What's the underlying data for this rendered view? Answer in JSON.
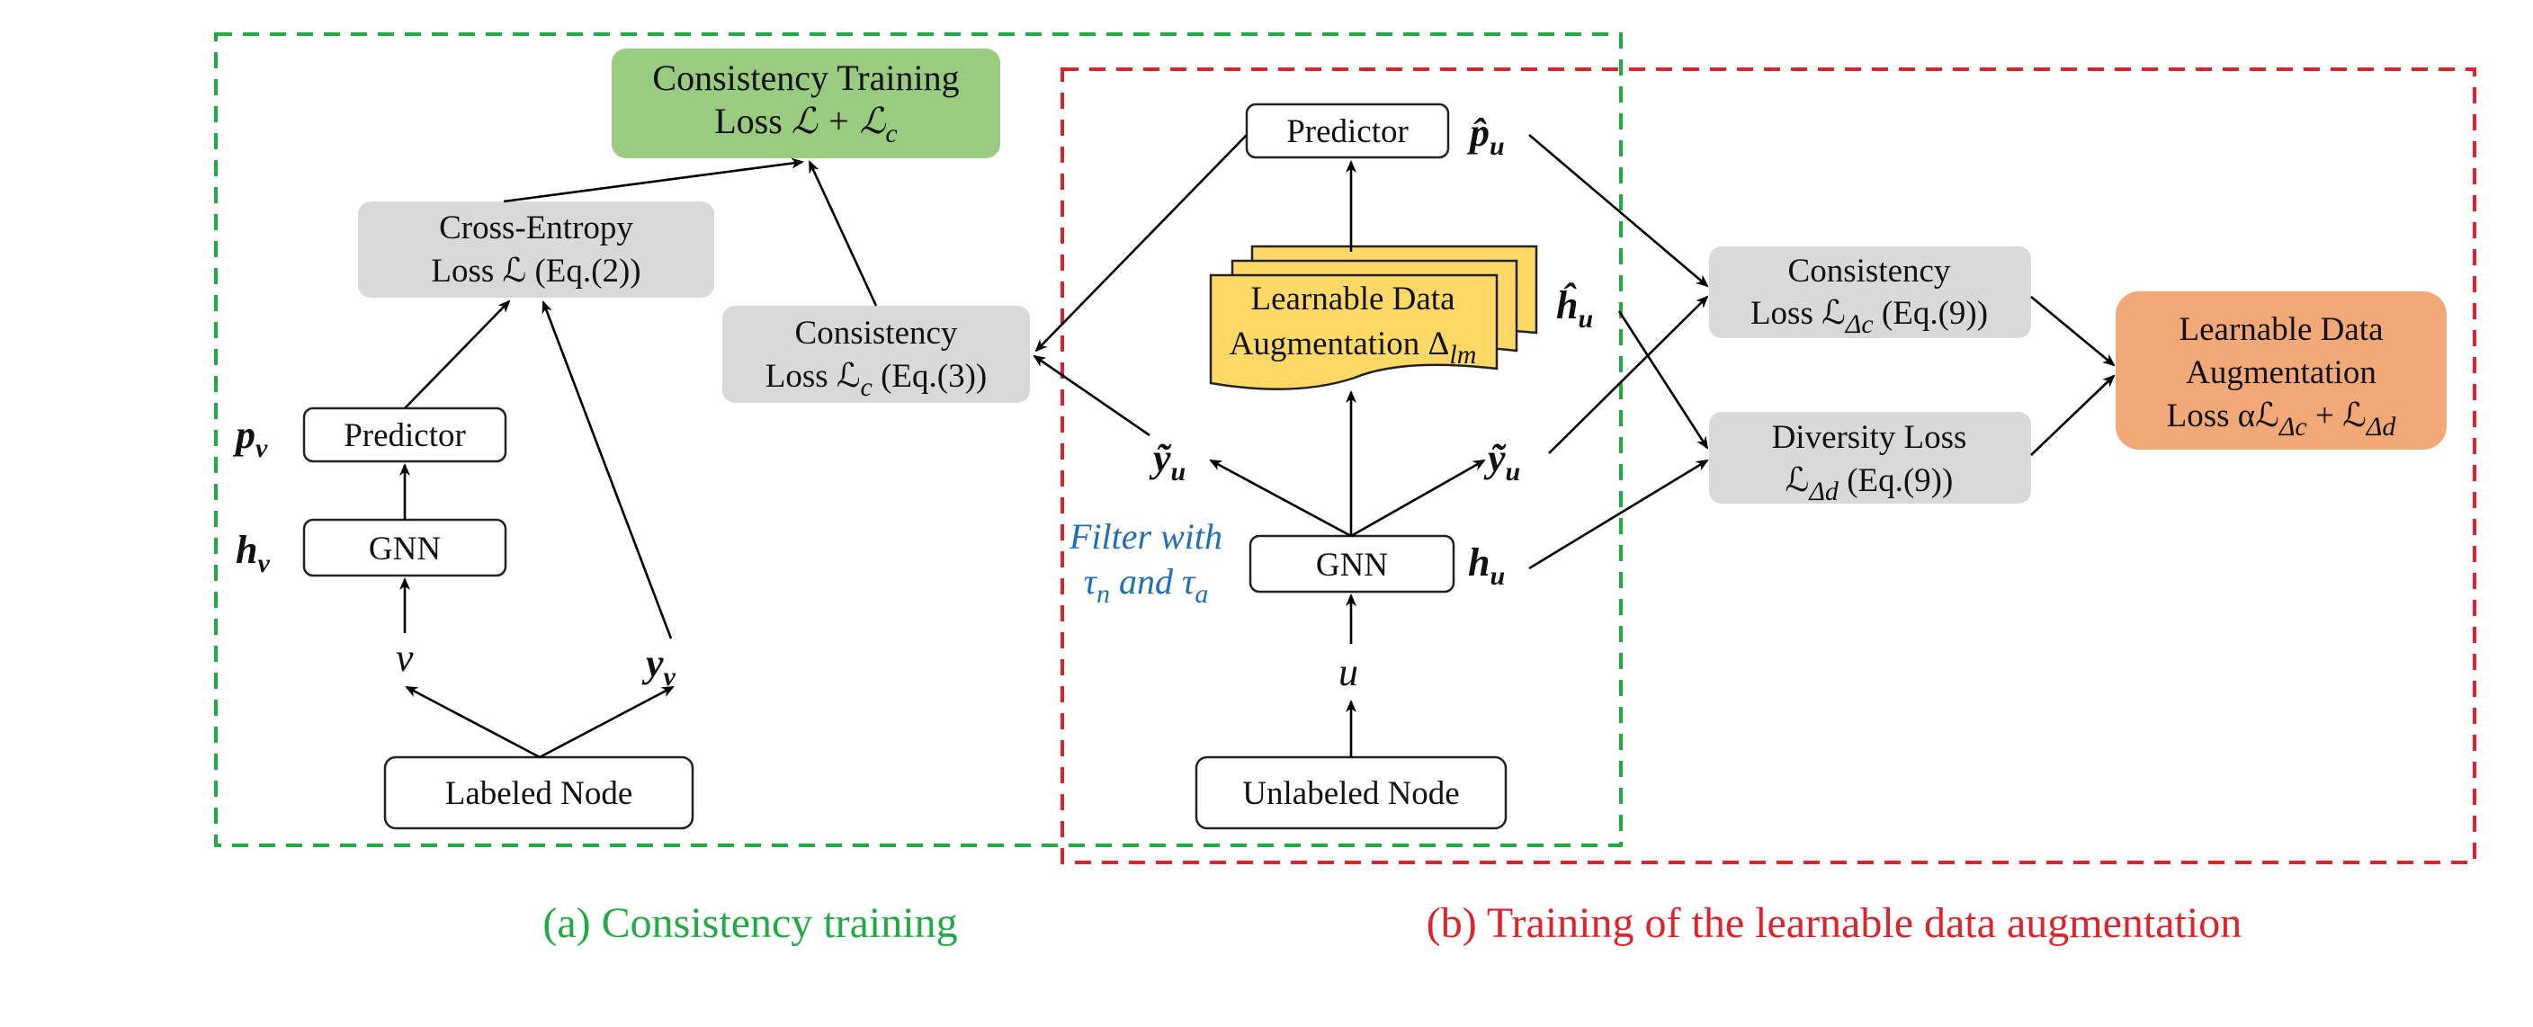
{
  "colors": {
    "green_frame": "#22aa44",
    "red_frame": "#e0222a",
    "green_box": "#99cc80",
    "gray_box": "#d9d9d9",
    "yellow_box": "#ffd966",
    "orange_box": "#f2a977",
    "filter_text": "#1f6fb5"
  },
  "left": {
    "top_box": {
      "line1": "Consistency Training",
      "line2_prefix": "Loss ",
      "line2_math": "ℒ + ℒ",
      "line2_sub": "c"
    },
    "ce_box": {
      "line1": "Cross-Entropy",
      "line2": "Loss ℒ (Eq.(2))"
    },
    "consistency_box": {
      "line1": "Consistency",
      "line2_prefix": "Loss ℒ",
      "line2_sub": "c",
      "line2_suffix": " (Eq.(3))"
    },
    "predictor": "Predictor",
    "gnn": "GNN",
    "p_symbol": "p",
    "p_sub": "v",
    "h_symbol": "h",
    "h_sub": "v",
    "v_symbol": "v",
    "y_symbol": "y",
    "y_sub": "v",
    "labeled_node": "Labeled Node"
  },
  "right": {
    "predictor": "Predictor",
    "p_hat": "p̂",
    "p_sub": "u",
    "learnable_box": {
      "line1": "Learnable Data",
      "line2_prefix": "Augmentation Δ",
      "line2_sub": "lm"
    },
    "h_hat": "ĥ",
    "h_hat_sub": "u",
    "y_tilde": "ỹ",
    "y_sub": "u",
    "filter_line1": "Filter with",
    "filter_line2_a": "τ",
    "filter_line2_a_sub": "n",
    "filter_line2_mid": " and τ",
    "filter_line2_b_sub": "a",
    "gnn": "GNN",
    "h_symbol": "h",
    "h_sub": "u",
    "u_symbol": "u",
    "unlabeled_node": "Unlabeled Node",
    "consistency_box": {
      "line1": "Consistency",
      "line2_prefix": "Loss ℒ",
      "line2_sub": "Δc",
      "line2_suffix": " (Eq.(9))"
    },
    "diversity_box": {
      "line1": "Diversity Loss",
      "line2_prefix": "ℒ",
      "line2_sub": "Δd",
      "line2_suffix": " (Eq.(9))"
    },
    "final_box": {
      "line1": "Learnable Data",
      "line2": "Augmentation",
      "line3_prefix": "Loss αℒ",
      "line3_sub1": "Δc",
      "line3_mid": " + ℒ",
      "line3_sub2": "Δd"
    }
  },
  "captions": {
    "a": "(a) Consistency training",
    "b": "(b) Training of the learnable data augmentation"
  }
}
